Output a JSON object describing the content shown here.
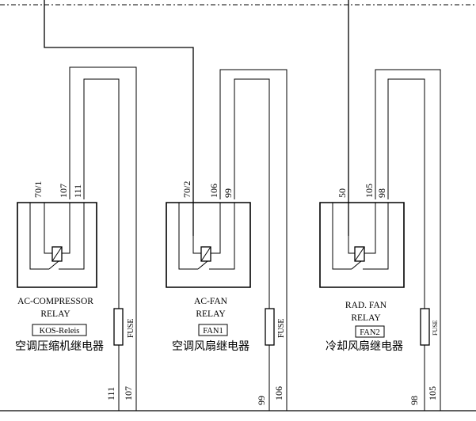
{
  "diagram": {
    "relays": [
      {
        "pins": [
          "70/1",
          "107",
          "111"
        ],
        "name_line1": "AC-COMPRESSOR",
        "name_line2": "RELAY",
        "code": "KOS-Releis",
        "chinese": "空调压缩机继电器",
        "fuse_label": "FUSE",
        "bottom_wires": [
          "111",
          "107"
        ]
      },
      {
        "pins": [
          "70/2",
          "106",
          "99"
        ],
        "name_line1": "AC-FAN",
        "name_line2": "RELAY",
        "code": "FAN1",
        "chinese": "空调风扇继电器",
        "fuse_label": "FUSE",
        "bottom_wires": [
          "99",
          "106"
        ]
      },
      {
        "pins": [
          "50",
          "105",
          "98"
        ],
        "name_line1": "RAD. FAN",
        "name_line2": "RELAY",
        "code": "FAN2",
        "chinese": "冷却风扇继电器",
        "fuse_label": "FUSE",
        "bottom_wires": [
          "98",
          "105"
        ]
      }
    ]
  }
}
